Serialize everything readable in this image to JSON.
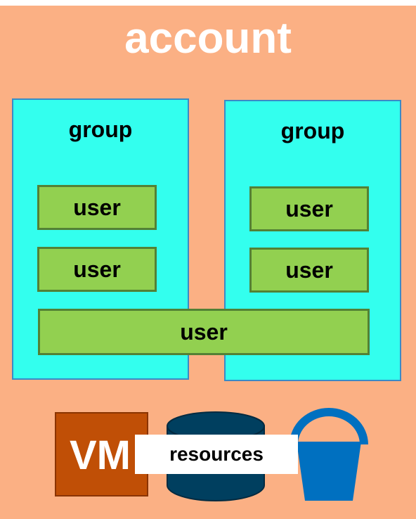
{
  "account": {
    "title": "account"
  },
  "groups": [
    {
      "label": "group",
      "users": [
        "user",
        "user"
      ]
    },
    {
      "label": "group",
      "users": [
        "user",
        "user"
      ]
    }
  ],
  "shared_user": {
    "label": "user"
  },
  "resources": {
    "label": "resources",
    "vm_label": "VM",
    "icons": [
      "vm-icon",
      "database-icon",
      "bucket-icon"
    ]
  },
  "colors": {
    "account_bg": "#fbb084",
    "group_bg": "#33ffee",
    "group_border": "#3a8ac6",
    "user_bg": "#92d050",
    "user_border": "#538135",
    "vm": "#c04f06",
    "database": "#003f5f",
    "bucket": "#0070c0"
  }
}
